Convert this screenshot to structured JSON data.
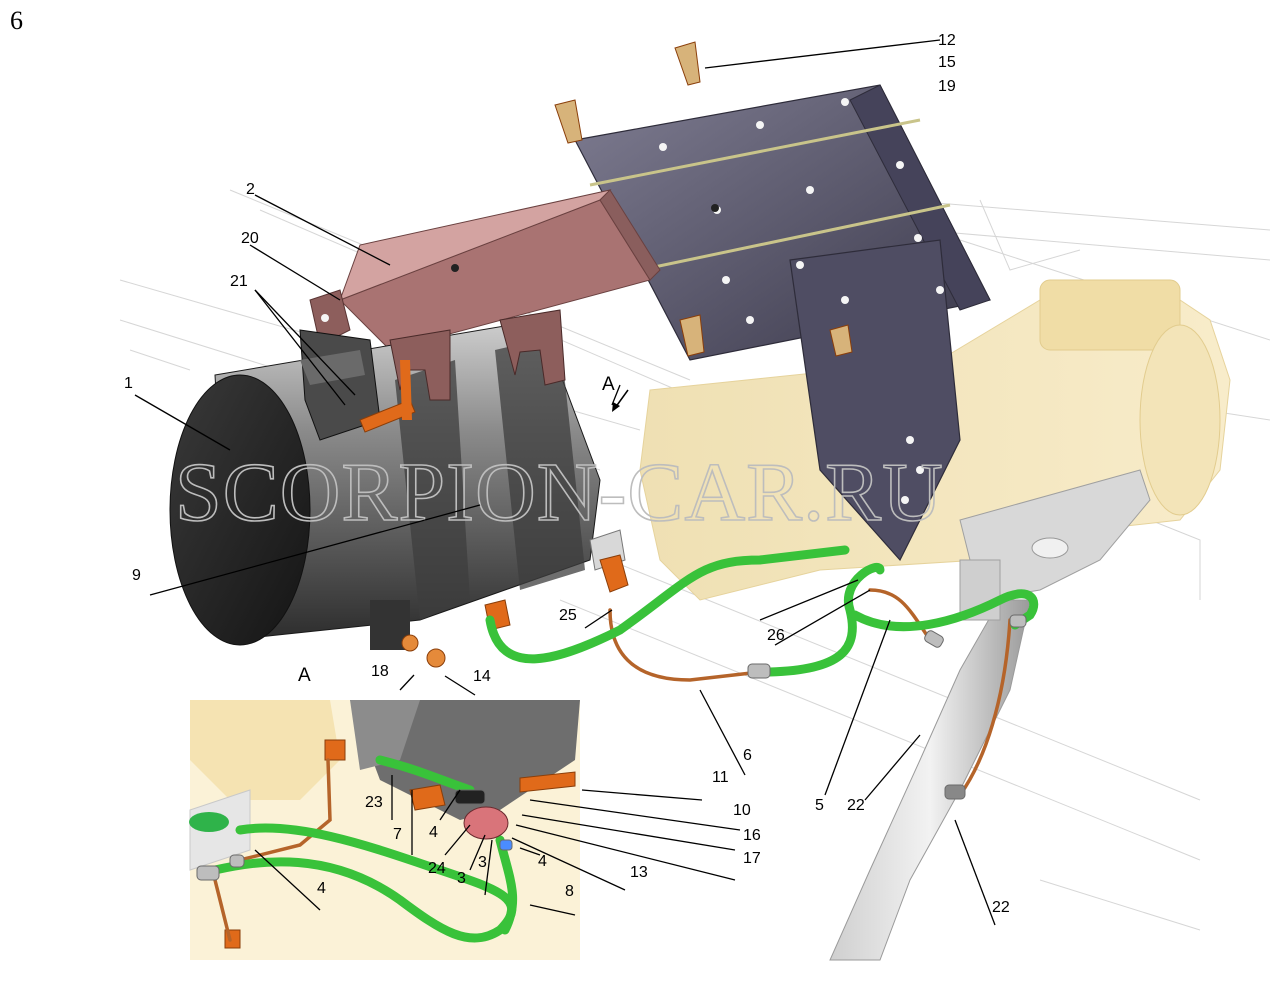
{
  "page_number": "6",
  "view_letter_main": "A",
  "view_letter_inset": "A",
  "watermark": "SCORPION-CAR.RU",
  "labels": {
    "l1": "1",
    "l2": "2",
    "l3": "3",
    "l4": "4",
    "l5": "5",
    "l6": "6",
    "l7": "7",
    "l8": "8",
    "l9": "9",
    "l10": "10",
    "l11": "11",
    "l12": "12",
    "l13": "13",
    "l14": "14",
    "l15": "15",
    "l16": "16",
    "l17": "17",
    "l18": "18",
    "l19": "19",
    "l20": "20",
    "l21": "21",
    "l22": "22",
    "l23": "23",
    "l24": "24",
    "l25": "25",
    "l26": "26"
  },
  "colors": {
    "hose": "#3ac83a",
    "bracket": "#b07a78",
    "mount_plate": "#5c5a6e",
    "tank": "#5a5a5a",
    "fittings": "#e06a1a",
    "background_part": "#f2e2b0"
  }
}
